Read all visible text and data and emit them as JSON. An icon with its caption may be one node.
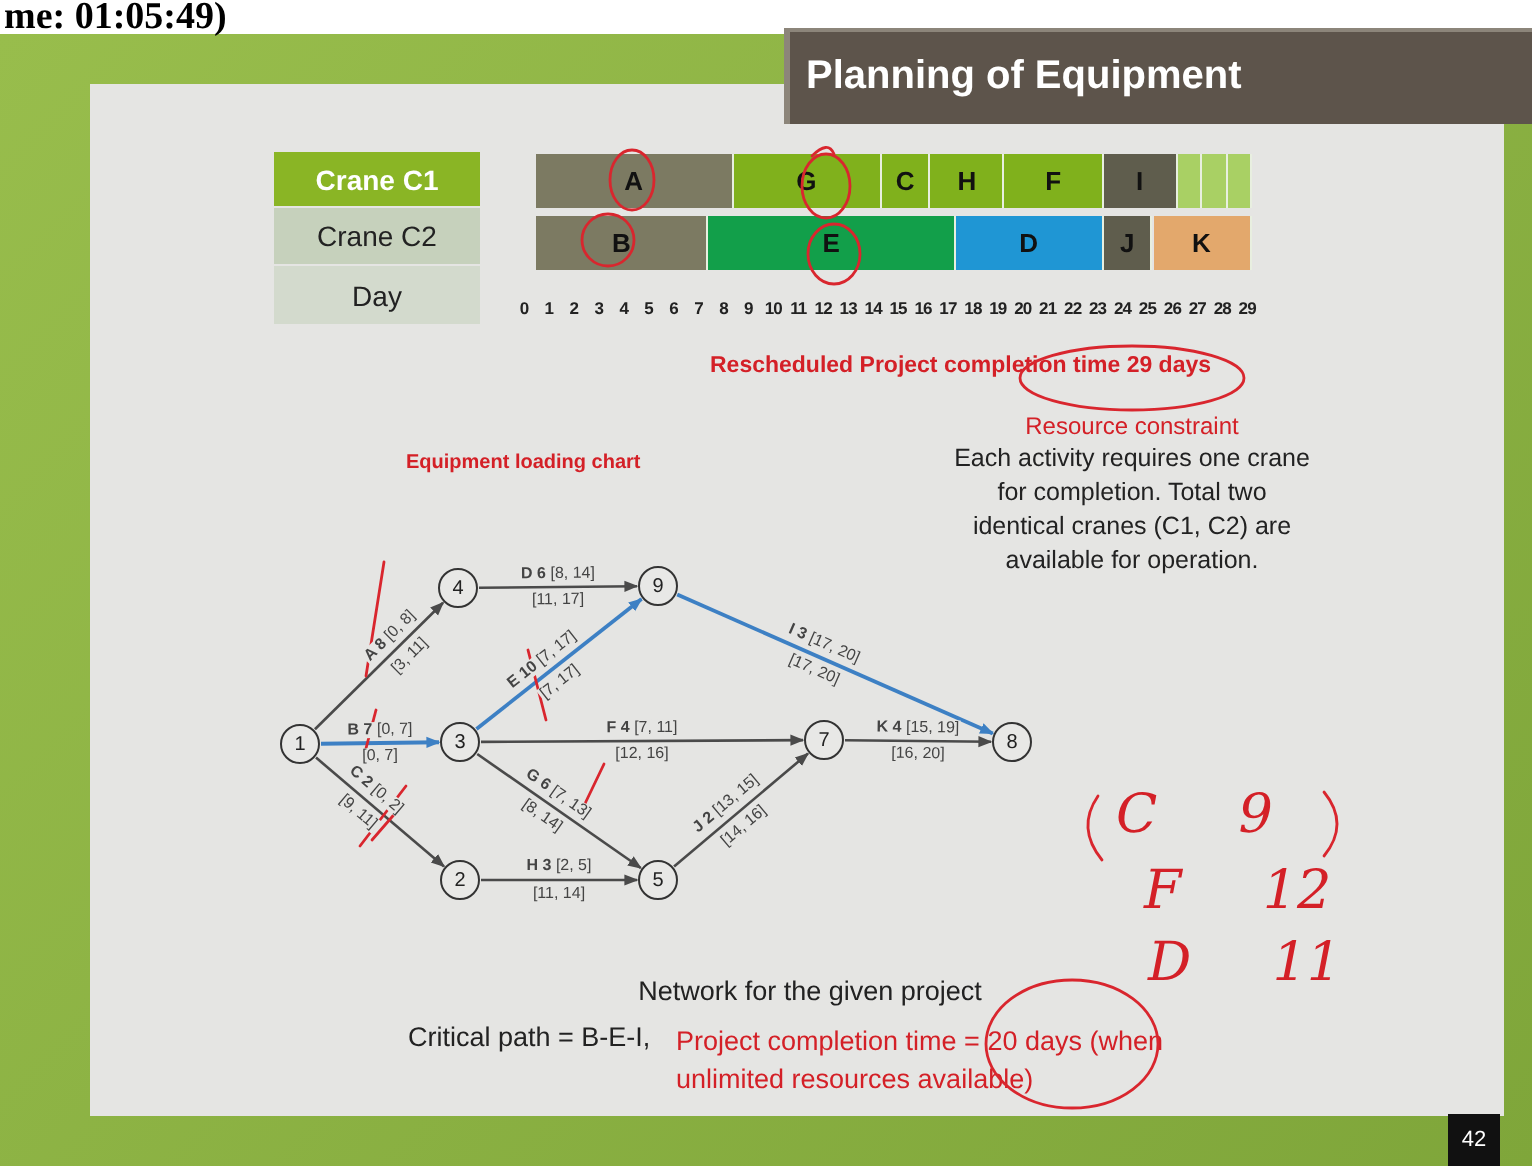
{
  "diagram": {
    "title": "Planning of Equipment",
    "nodes": [
      {
        "text": [
          "Crane C1"
        ]
      },
      {
        "text": [
          "Crane C2"
        ]
      },
      {
        "text": [
          "Day"
        ]
      },
      {
        "text": [
          "A"
        ]
      },
      {
        "text": [
          "G"
        ]
      },
      {
        "text": [
          "C"
        ]
      },
      {
        "text": [
          "H"
        ]
      },
      {
        "text": [
          "F"
        ]
      },
      {
        "text": [
          "I"
        ]
      },
      {
        "text": [],
        "shape": "box"
      },
      {
        "text": [],
        "shape": "box"
      },
      {
        "text": [],
        "shape": "box"
      },
      {
        "text": [
          "B"
        ]
      },
      {
        "text": [
          "E"
        ]
      },
      {
        "text": [
          "D"
        ]
      },
      {
        "text": [
          "J"
        ]
      },
      {
        "text": [
          "K"
        ]
      },
      {
        "text": [
          "4"
        ]
      },
      {
        "text": [
          "9"
        ]
      },
      {
        "text": [
          "1"
        ]
      },
      {
        "text": [
          "3"
        ]
      },
      {
        "text": [
          "7"
        ]
      },
      {
        "text": [
          "8"
        ]
      },
      {
        "text": [
          "2"
        ]
      },
      {
        "text": [
          "5"
        ]
      }
    ],
    "edges": [
      {
        "from": 19,
        "to": 17,
        "arrow": "to",
        "label": "**A 8** [0, 8]"
      },
      {
        "from": 19,
        "to": 20,
        "arrow": "to",
        "label": "**B 7** [0, 7]",
        "color": "#3d80c4"
      },
      {
        "from": 19,
        "to": 23,
        "arrow": "to",
        "label": "**C 2** [0, 2]"
      },
      {
        "from": 17,
        "to": 18,
        "arrow": "to",
        "label": "**D 6** [8, 14]"
      },
      {
        "from": 20,
        "to": 18,
        "arrow": "to",
        "label": "**E 10** [7, 17]",
        "color": "#3d80c4"
      },
      {
        "from": 20,
        "to": 21,
        "arrow": "to",
        "label": "**F 4** [7, 11]"
      },
      {
        "from": 20,
        "to": 24,
        "arrow": "to",
        "label": "**G 6** [7, 13]"
      },
      {
        "from": 23,
        "to": 24,
        "arrow": "to",
        "label": "**H 3** [2, 5]"
      },
      {
        "from": 18,
        "to": 22,
        "arrow": "to",
        "label": "**I 3** [17, 20]",
        "color": "#3d80c4"
      },
      {
        "from": 24,
        "to": 21,
        "arrow": "to",
        "label": "**J 2** [13, 15]"
      },
      {
        "from": 21,
        "to": 22,
        "arrow": "to",
        "label": "**K 4** [15, 19]"
      }
    ],
    "labels": [
      "me: 01:05:49)",
      "0",
      "1",
      "2",
      "3",
      "4",
      "5",
      "6",
      "7",
      "8",
      "9",
      "10",
      "11",
      "12",
      "13",
      "14",
      "15",
      "16",
      "17",
      "18",
      "19",
      "20",
      "21",
      "22",
      "23",
      "24",
      "25",
      "26",
      "27",
      "28",
      "29",
      "Rescheduled Project completion time 29 days",
      "Equipment loading chart",
      "Resource constraint",
      "Each activity requires one crane for completion. Total two identical cranes (C1, C2) are available for operation.",
      "[3, 11]",
      "[0, 7]",
      "[9, 11]",
      "[11, 17]",
      "[7, 17]",
      "[12, 16]",
      "[8, 14]",
      "[11, 14]",
      "[17, 20]",
      "[14, 16]",
      "[16, 20]",
      "C 9",
      "F 12",
      "D 11",
      "Network for the given project",
      "Critical path = B-E-I,",
      "Project completion time = 20 days (when unlimited resources available)",
      "42"
    ]
  }
}
